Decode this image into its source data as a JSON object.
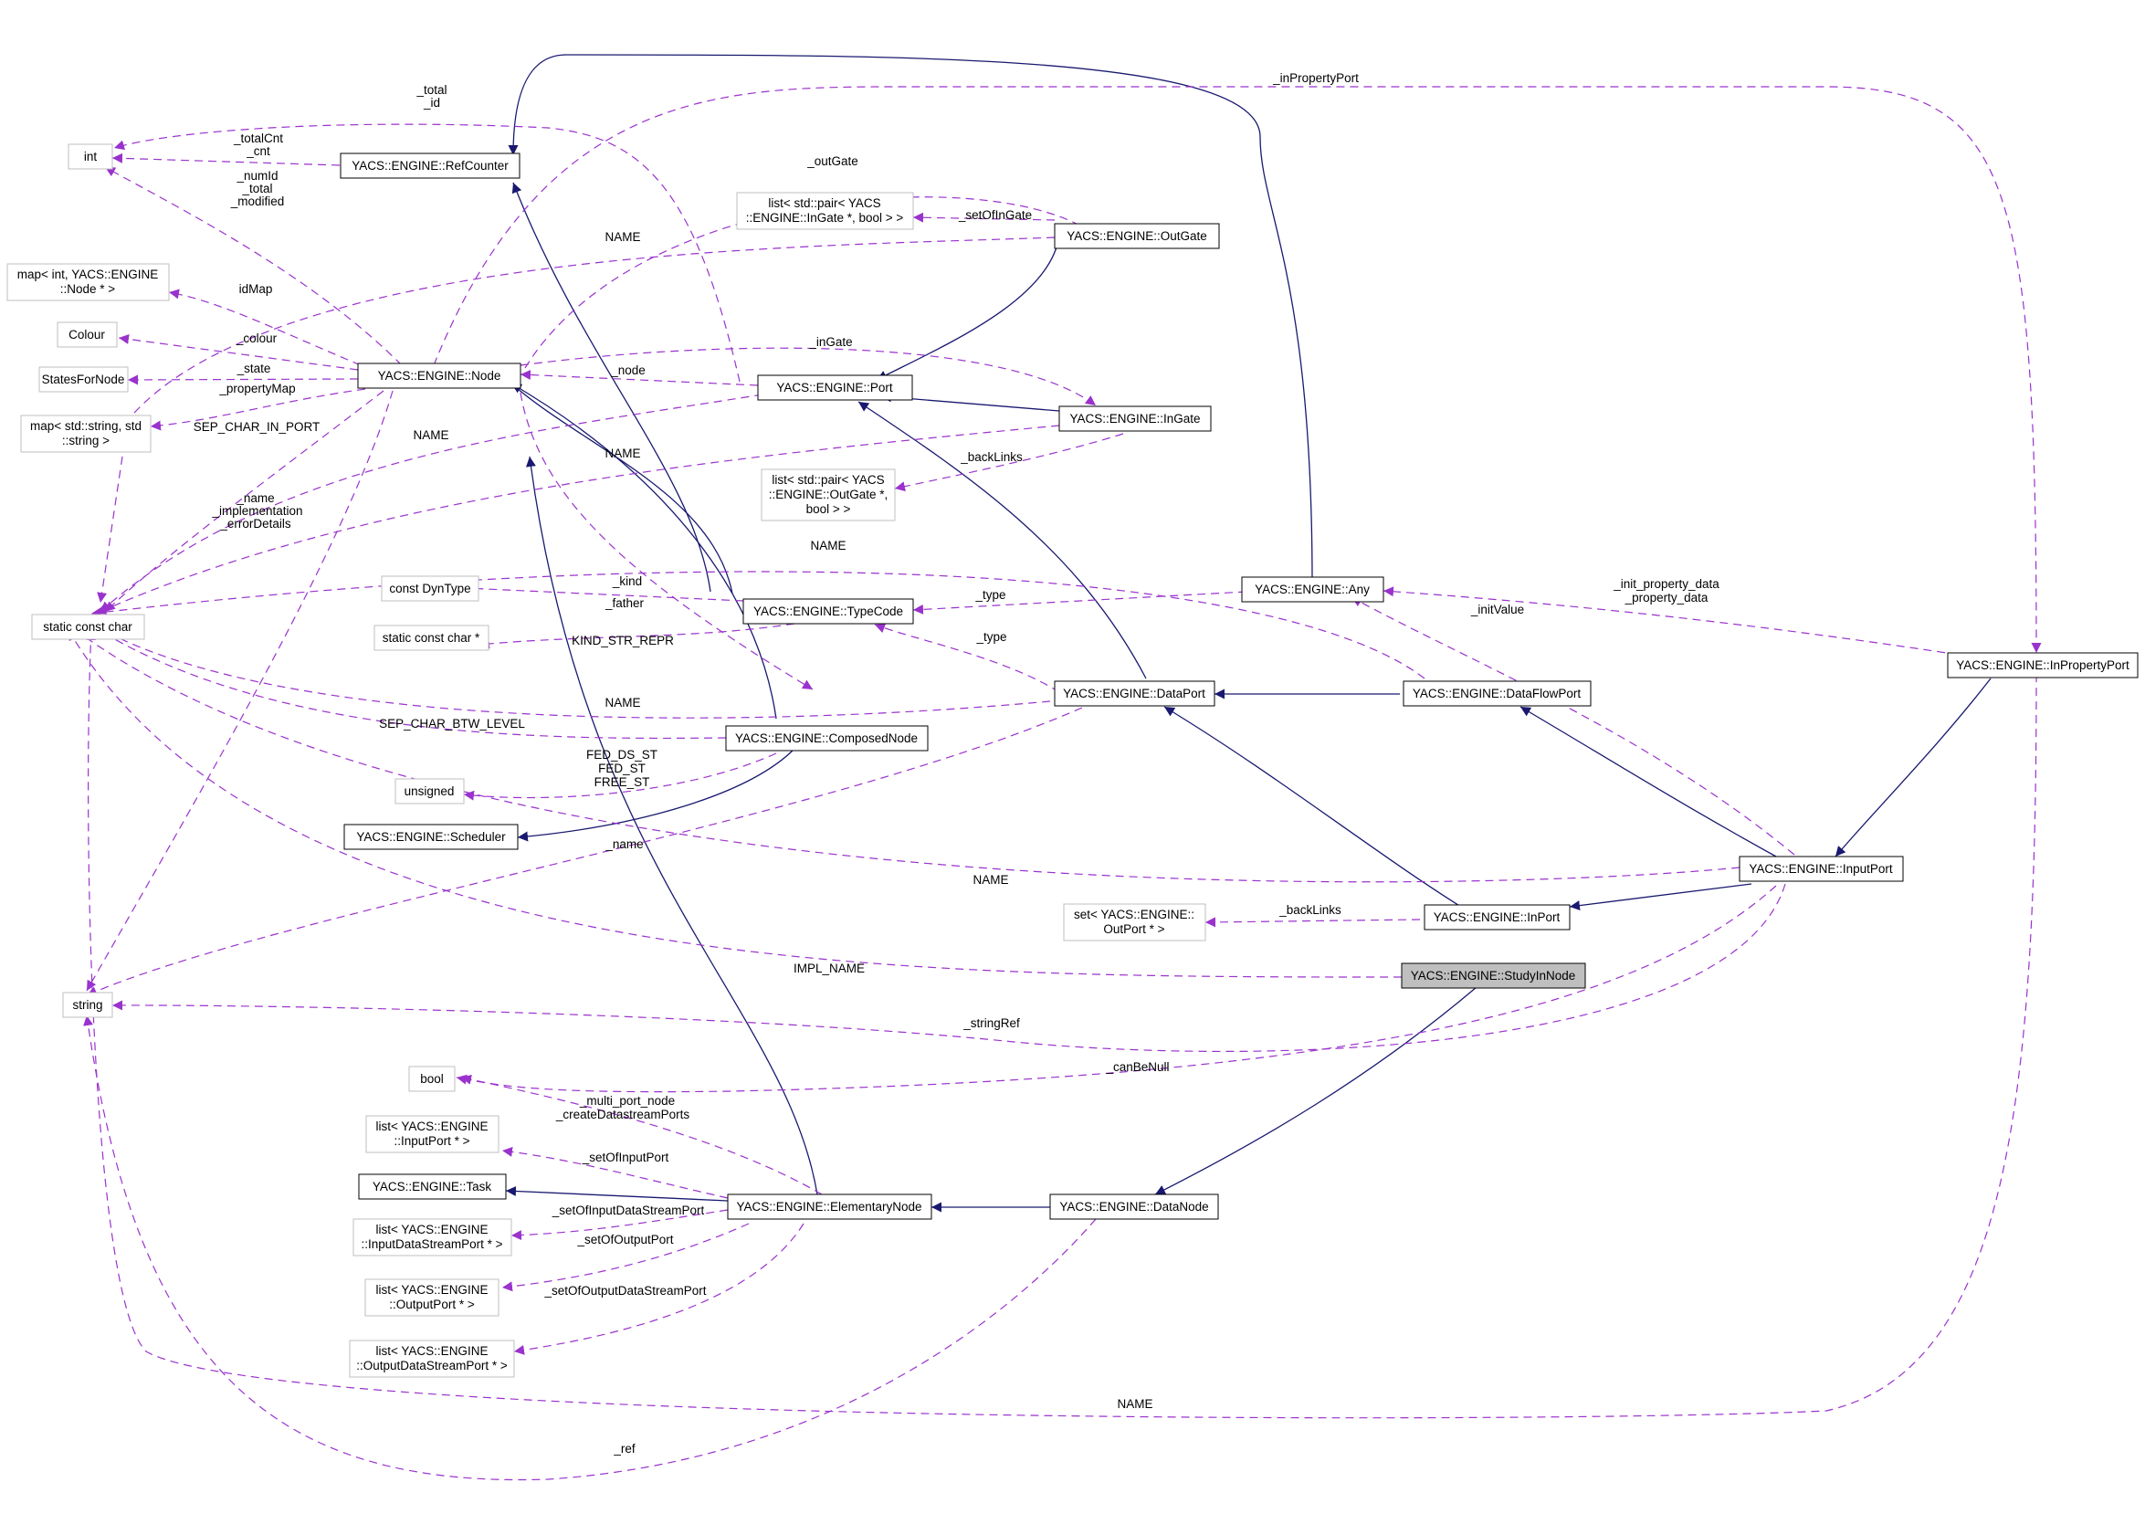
{
  "colors": {
    "solid_edge": "#191970",
    "dashed_edge": "#9a32cd",
    "class_border": "#000000",
    "external_border": "#bfbfbf",
    "highlight_fill": "#bfbfbf"
  },
  "nodes": {
    "int": "int",
    "map_int_node": [
      "map< int, YACS::ENGINE",
      "::Node * >"
    ],
    "colour": "Colour",
    "states_for_node": "StatesForNode",
    "map_string_string": [
      "map< std::string, std",
      "::string >"
    ],
    "static_const_char": "static const char",
    "string": "string",
    "const_dyntype": "const DynType",
    "static_const_char_ptr": "static const char *",
    "unsigned": "unsigned",
    "scheduler": "YACS::ENGINE::Scheduler",
    "bool": "bool",
    "list_inputport": [
      "list< YACS::ENGINE",
      "::InputPort * >"
    ],
    "task": "YACS::ENGINE::Task",
    "list_inputdatastreamport": [
      "list< YACS::ENGINE",
      "::InputDataStreamPort * >"
    ],
    "list_outputport": [
      "list< YACS::ENGINE",
      "::OutputPort * >"
    ],
    "list_outputdatastreamport": [
      "list< YACS::ENGINE",
      "::OutputDataStreamPort * >"
    ],
    "refcounter": "YACS::ENGINE::RefCounter",
    "node": "YACS::ENGINE::Node",
    "list_pair_ingate": [
      "list< std::pair< YACS",
      "::ENGINE::InGate *, bool > >"
    ],
    "outgate": "YACS::ENGINE::OutGate",
    "port": "YACS::ENGINE::Port",
    "ingate": "YACS::ENGINE::InGate",
    "list_pair_outgate": [
      "list< std::pair< YACS",
      "::ENGINE::OutGate *,",
      "bool > >"
    ],
    "typecode": "YACS::ENGINE::TypeCode",
    "composednode": "YACS::ENGINE::ComposedNode",
    "elementarynode": "YACS::ENGINE::ElementaryNode",
    "any": "YACS::ENGINE::Any",
    "dataport": "YACS::ENGINE::DataPort",
    "dataflowport": "YACS::ENGINE::DataFlowPort",
    "set_outport": [
      "set< YACS::ENGINE::",
      "OutPort * >"
    ],
    "inport": "YACS::ENGINE::InPort",
    "inputport": "YACS::ENGINE::InputPort",
    "studyinnode": "YACS::ENGINE::StudyInNode",
    "datanode": "YACS::ENGINE::DataNode",
    "inpropertyport": "YACS::ENGINE::InPropertyPort"
  },
  "edge_labels": {
    "total_id": [
      "_total",
      "_id"
    ],
    "totalcnt": [
      "_totalCnt",
      "_cnt"
    ],
    "numid": [
      "_numId",
      "_total",
      "_modified"
    ],
    "outgate": "_outGate",
    "setofingate": "_setOfInGate",
    "name_outgate": "NAME",
    "idmap": "idMap",
    "colour": "_colour",
    "state": "_state",
    "propertymap": "_propertyMap",
    "sep_char_in_port": "SEP_CHAR_IN_PORT",
    "node": "_node",
    "ingate": "_inGate",
    "name_port": "NAME",
    "name_ingate": "NAME",
    "backlinks_ingate": "_backLinks",
    "name_impl_err": [
      "_name",
      "_implementation",
      "_errorDetails"
    ],
    "name_dataflow": "NAME",
    "kind": "_kind",
    "father": "_father",
    "type_any": "_type",
    "kind_str_repr": "KIND_STR_REPR",
    "type_dataport": "_type",
    "initvalue": "_initValue",
    "init_property_data": [
      "_init_property_data",
      "_property_data"
    ],
    "name_dataport": "NAME",
    "sep_char_btw_level": "SEP_CHAR_BTW_LEVEL",
    "fed_states": [
      "FED_DS_ST",
      "FED_ST",
      "FREE_ST"
    ],
    "name_string": "_name",
    "name_inputport": "NAME",
    "backlinks_inport": "_backLinks",
    "impl_name": "IMPL_NAME",
    "stringref": "_stringRef",
    "canbenull": "_canBeNull",
    "multi_port": [
      "_multi_port_node",
      "_createDatastreamPorts"
    ],
    "setofinputport": "_setOfInputPort",
    "setofinputdatastreamport": "_setOfInputDataStreamPort",
    "setofoutputport": "_setOfOutputPort",
    "setofoutputdatastreamport": "_setOfOutputDataStreamPort",
    "name_bottom": "NAME",
    "ref": "_ref",
    "inpropertyport": "_inPropertyPort"
  }
}
